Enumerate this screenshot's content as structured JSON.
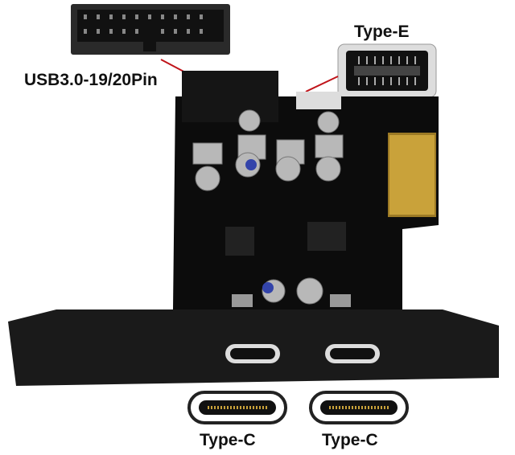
{
  "labels": {
    "header_connector": "USB3.0-19/20Pin",
    "type_e": "Type-E",
    "type_c_left": "Type-C",
    "type_c_right": "Type-C"
  },
  "colors": {
    "pcb": "#0c0c0c",
    "bracket": "#1a1a1a",
    "gold_fingers": "#c9a23a",
    "pointer_lines": "#c0141a",
    "capacitor": "#b8b8b8"
  }
}
